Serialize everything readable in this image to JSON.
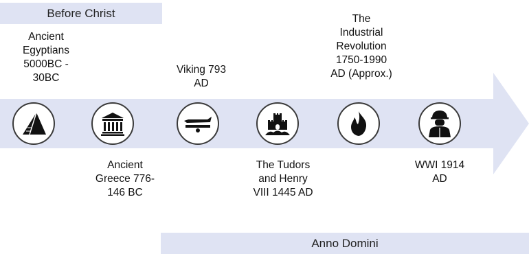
{
  "bands": {
    "before": "Before Christ",
    "after": "Anno Domini"
  },
  "events": [
    {
      "label_lines": [
        "Ancient",
        "Egyptians",
        "5000BC -",
        "30BC"
      ],
      "icon": "pyramid-icon",
      "position": "above"
    },
    {
      "label_lines": [
        "Ancient",
        "Greece 776-",
        "146 BC"
      ],
      "icon": "greek-temple-icon",
      "position": "below"
    },
    {
      "label_lines": [
        "Viking 793",
        "AD"
      ],
      "icon": "longboat-icon",
      "position": "above"
    },
    {
      "label_lines": [
        "The Tudors",
        "and Henry",
        "VIII 1445 AD"
      ],
      "icon": "castle-icon",
      "position": "below"
    },
    {
      "label_lines": [
        "The",
        "Industrial",
        "Revolution",
        "1750-1990",
        "AD (Approx.)"
      ],
      "icon": "fire-icon",
      "position": "above"
    },
    {
      "label_lines": [
        "WWI 1914",
        "AD"
      ],
      "icon": "soldier-icon",
      "position": "below"
    }
  ],
  "colors": {
    "arrow": "#dfe3f3",
    "band": "#dfe3f3",
    "node_border": "#3a3a3a",
    "icon": "#111111"
  }
}
